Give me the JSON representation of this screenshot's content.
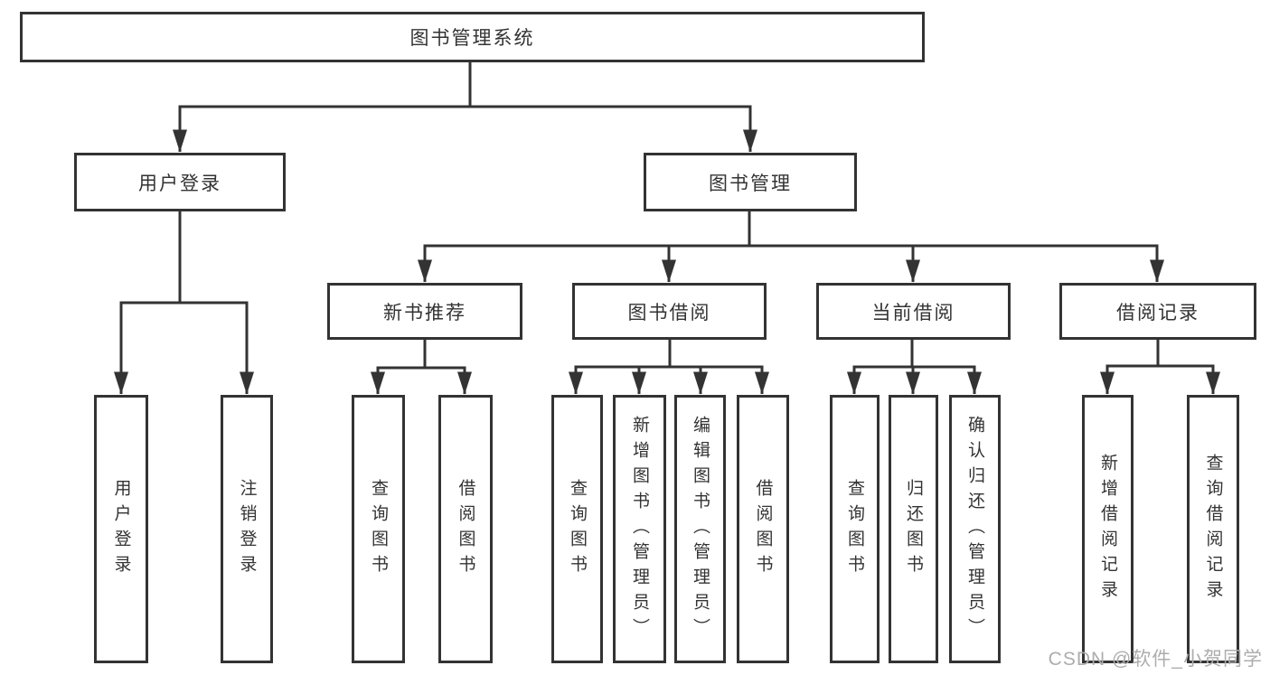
{
  "tree": {
    "label": "图书管理系统",
    "children": [
      {
        "label": "用户登录",
        "children": [
          {
            "label": "用户登录"
          },
          {
            "label": "注销登录"
          }
        ]
      },
      {
        "label": "图书管理",
        "children": [
          {
            "label": "新书推荐",
            "children": [
              {
                "label": "查询图书"
              },
              {
                "label": "借阅图书"
              }
            ]
          },
          {
            "label": "图书借阅",
            "children": [
              {
                "label": "查询图书"
              },
              {
                "label": "新增图书（管理员）"
              },
              {
                "label": "编辑图书（管理员）"
              },
              {
                "label": "借阅图书"
              }
            ]
          },
          {
            "label": "当前借阅",
            "children": [
              {
                "label": "查询图书"
              },
              {
                "label": "归还图书"
              },
              {
                "label": "确认归还（管理员）"
              }
            ]
          },
          {
            "label": "借阅记录",
            "children": [
              {
                "label": "新增借阅记录"
              },
              {
                "label": "查询借阅记录"
              }
            ]
          }
        ]
      }
    ]
  },
  "watermark": {
    "text": "CSDN @软件_小贺同学"
  },
  "colors": {
    "line": "#333333",
    "text": "#333333",
    "watermark": "#adadad",
    "background": "#ffffff"
  }
}
